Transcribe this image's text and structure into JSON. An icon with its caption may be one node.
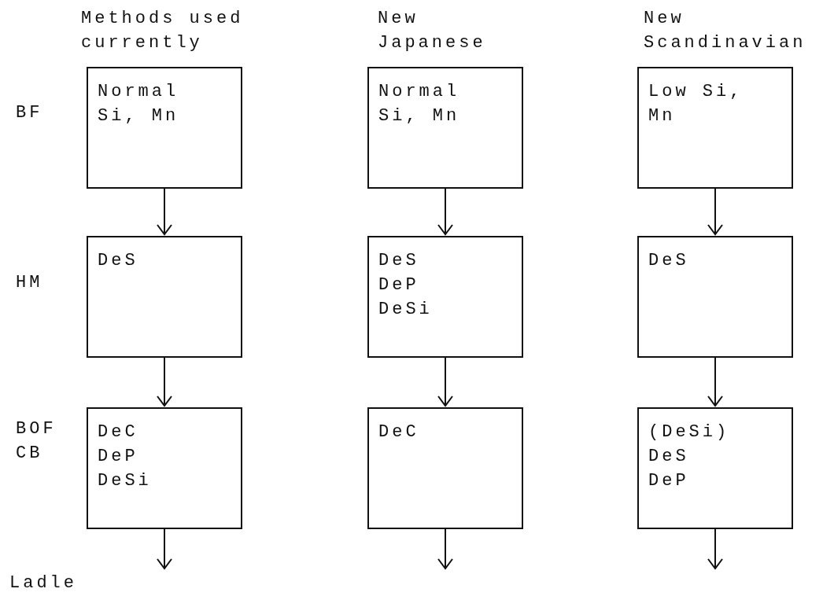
{
  "diagram": {
    "nodes": [
      {
        "text": [
          "Normal Si, Mn"
        ]
      },
      {
        "text": [
          "Normal Si, Mn"
        ]
      },
      {
        "text": [
          "Low Si, Mn"
        ]
      },
      {
        "text": [
          "DeS"
        ]
      },
      {
        "text": [
          "DeS",
          "DeP",
          "DeSi"
        ]
      },
      {
        "text": [
          "DeS"
        ]
      },
      {
        "text": [
          "DeC",
          "DeP",
          "DeSi"
        ]
      },
      {
        "text": [
          "DeC"
        ]
      },
      {
        "text": [
          "(DeSi)",
          "DeS",
          "DeP"
        ]
      }
    ],
    "edges": [
      {
        "from": 0,
        "to": 3,
        "arrow": "to"
      },
      {
        "from": 1,
        "to": 4,
        "arrow": "to"
      },
      {
        "from": 2,
        "to": 5,
        "arrow": "to"
      },
      {
        "from": 3,
        "to": 6,
        "arrow": "to"
      },
      {
        "from": 4,
        "to": 7,
        "arrow": "to"
      },
      {
        "from": 5,
        "to": 8,
        "arrow": "to"
      },
      {
        "from": 6,
        "to": null,
        "arrow": "to"
      },
      {
        "from": 7,
        "to": null,
        "arrow": "to"
      },
      {
        "from": 8,
        "to": null,
        "arrow": "to"
      }
    ],
    "labels": [
      "Methods used currently",
      "New Japanese",
      "New Scandinavian",
      "BF",
      "HM",
      "BOF",
      "CB",
      "Ladle"
    ]
  }
}
